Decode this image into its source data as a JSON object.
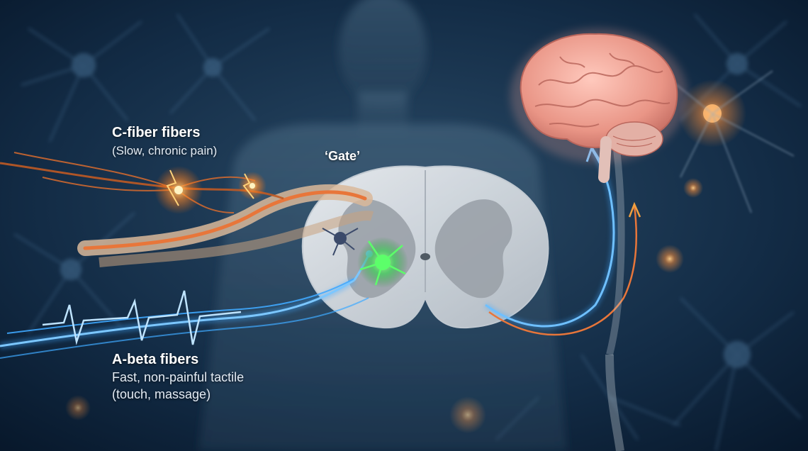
{
  "labels": {
    "c_fiber_title": "C-fiber fibers",
    "c_fiber_desc": "(Slow, chronic pain)",
    "gate": "‘Gate’",
    "abeta_title": "A-beta fibers",
    "abeta_desc_line1": "Fast, non-painful tactile",
    "abeta_desc_line2": "(touch, massage)"
  },
  "colors": {
    "background": "#0b1e33",
    "c_fiber": "#e8763a",
    "abeta_fiber": "#3fa9ff",
    "gate_cell": "#39d353",
    "brain": "#f0a59a",
    "spinal_cord": "#d8dde3",
    "gray_matter": "#9aa1a9"
  }
}
